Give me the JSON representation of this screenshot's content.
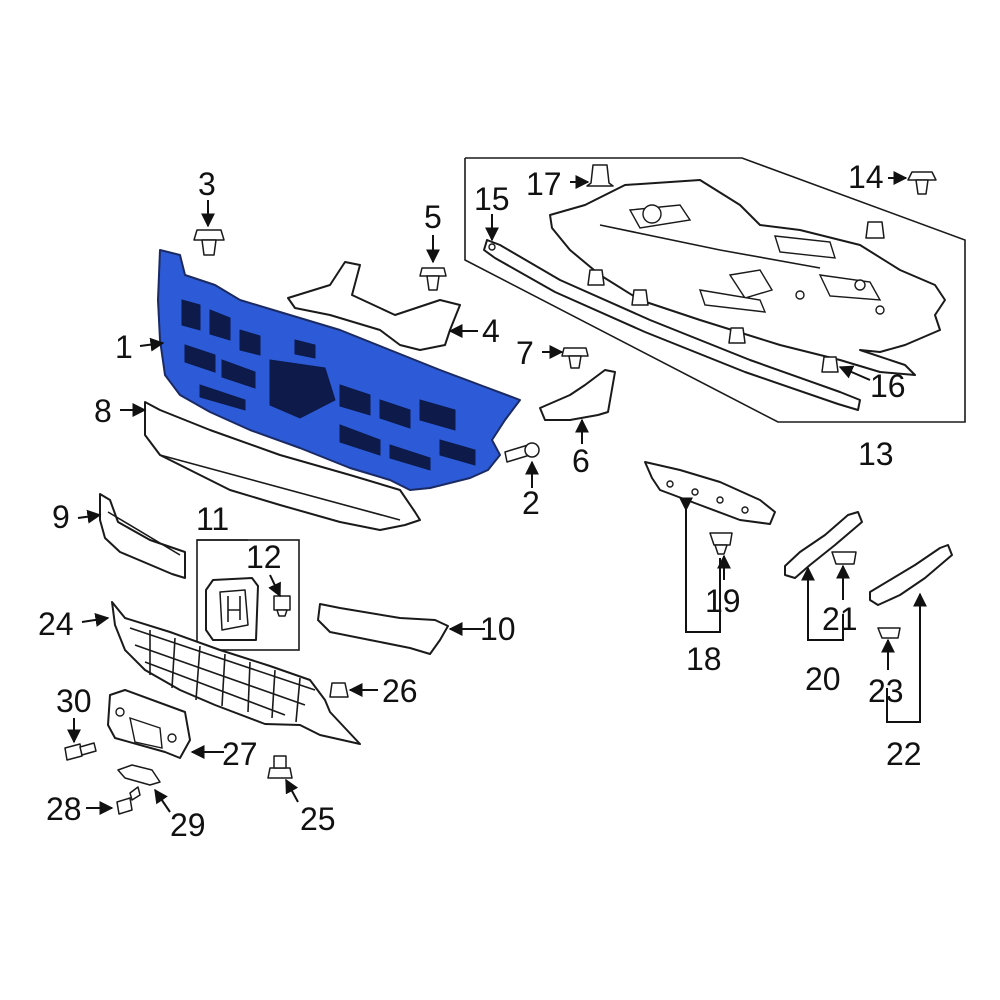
{
  "diagram": {
    "highlight_color": "#2d5bd7",
    "line_color": "#1a1a1a",
    "background": "#ffffff"
  },
  "callouts": {
    "c1": "1",
    "c2": "2",
    "c3": "3",
    "c4": "4",
    "c5": "5",
    "c6": "6",
    "c7": "7",
    "c8": "8",
    "c9": "9",
    "c10": "10",
    "c11": "11",
    "c12": "12",
    "c13": "13",
    "c14": "14",
    "c15": "15",
    "c16": "16",
    "c17": "17",
    "c18": "18",
    "c19": "19",
    "c20": "20",
    "c21": "21",
    "c22": "22",
    "c23": "23",
    "c24": "24",
    "c25": "25",
    "c26": "26",
    "c27": "27",
    "c28": "28",
    "c29": "29",
    "c30": "30"
  }
}
